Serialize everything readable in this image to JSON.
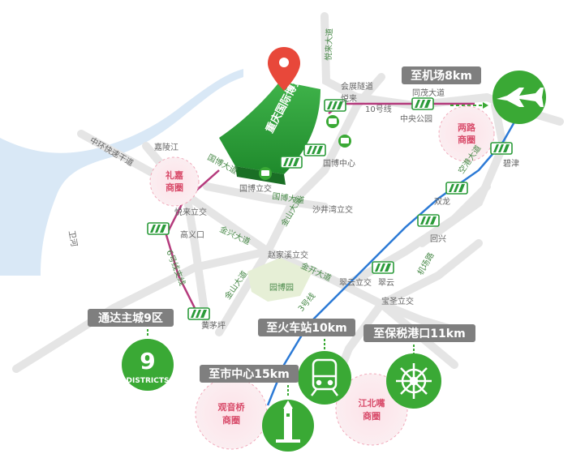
{
  "colors": {
    "green": "#3aa935",
    "dark_green": "#2f8f2c",
    "road": "#e6e6e6",
    "river": "#d9e8f6",
    "pink": "#e96b8a",
    "blue_line": "#2c7ad6",
    "magenta_line": "#b53b7d",
    "callout_gray": "#7f7f7f"
  },
  "venue": {
    "name": "重庆国际博览中心",
    "pin": "location-pin-icon"
  },
  "rivers": {
    "jialing": "嘉陵江",
    "zhangshuihe": "卫河"
  },
  "roads": {
    "yuechang": "悦来大道",
    "huimao_tunnel": "会展隧道",
    "tongmao": "同茂大道",
    "line10": "10号线",
    "zhongyang_park": "中央公园",
    "express_xinbei": "中环快速干道",
    "guobo_dadao": "国博大道",
    "guobo_center": "国博中心",
    "guobo_interchange": "国博立交",
    "guobo_main": "国博大道",
    "shajing_interchange": "沙井湾立交",
    "yuelai_interchange": "悦来立交",
    "gaoyikou": "高义口",
    "jinxing": "金兴大道",
    "line6": "6号线支线",
    "jinshan": "金山大道",
    "zhaojiaxi": "赵家溪立交",
    "yuanboyuan": "园博园",
    "jinkai": "金开大道",
    "cuiyun_interchange": "翠云立交",
    "cuiyun": "翠云",
    "line3": "3号线",
    "huangmaoping": "黄茅坪",
    "baosheng": "宝圣立交",
    "jichang_road": "机场路",
    "kongang": "空港大道",
    "bijin": "碧津",
    "shuanglong": "双龙",
    "huixing": "回兴",
    "yuelai": "悦来"
  },
  "business_circles": [
    {
      "name": "礼嘉\n商圈",
      "line1": "礼嘉",
      "line2": "商圈"
    },
    {
      "name": "两路\n商圈",
      "line1": "两路",
      "line2": "商圈"
    },
    {
      "name": "观音桥\n商圈",
      "line1": "观音桥",
      "line2": "商圈"
    },
    {
      "name": "江北嘴\n商圈",
      "line1": "江北嘴",
      "line2": "商圈"
    }
  ],
  "callouts": {
    "airport": "至机场8km",
    "railway": "至火车站10km",
    "port": "至保税港口11km",
    "city_center": "至市中心15km",
    "districts": "通达主城9区"
  },
  "districts_badge": {
    "number": "9",
    "label": "DISTRICTS"
  },
  "metro_tag_icon": "metro-icon",
  "icons": {
    "airport": "airplane-icon",
    "railway": "train-icon",
    "port": "ship-wheel-icon",
    "city_center": "liberation-monument-icon",
    "bus": "bus-icon"
  }
}
